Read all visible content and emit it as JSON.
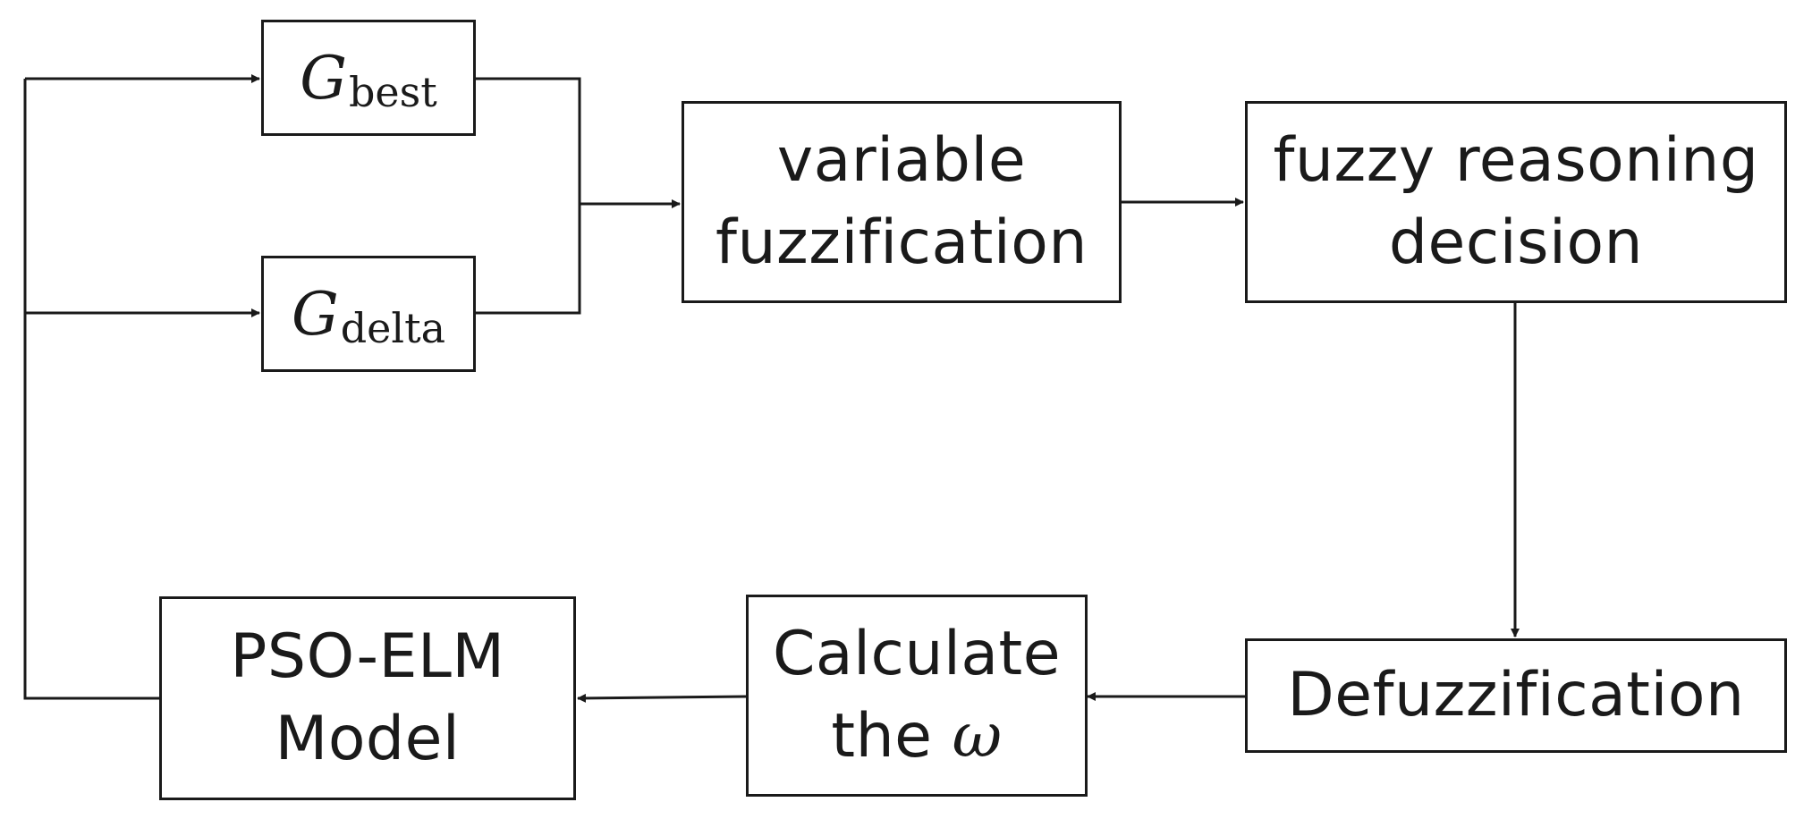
{
  "nodes": {
    "gbest": {
      "symbol": "G",
      "subscript": "best"
    },
    "gdelta": {
      "symbol": "G",
      "subscript": "delta"
    },
    "fuzzification": {
      "line1": "variable",
      "line2": "fuzzification"
    },
    "reasoning": {
      "line1": "fuzzy reasoning",
      "line2": "decision"
    },
    "defuzzification": {
      "label": "Defuzzification"
    },
    "calculate": {
      "line1": "Calculate",
      "line2_prefix": "the ",
      "line2_symbol": "ω"
    },
    "model": {
      "line1": "PSO-ELM",
      "line2": "Model"
    }
  },
  "edges": [
    {
      "from": "gbest",
      "to": "fuzzification"
    },
    {
      "from": "gdelta",
      "to": "fuzzification"
    },
    {
      "from": "fuzzification",
      "to": "reasoning"
    },
    {
      "from": "reasoning",
      "to": "defuzzification"
    },
    {
      "from": "defuzzification",
      "to": "calculate"
    },
    {
      "from": "calculate",
      "to": "model"
    },
    {
      "from": "model",
      "to": "gbest"
    },
    {
      "from": "model",
      "to": "gdelta"
    }
  ],
  "colors": {
    "stroke": "#1a1a1a",
    "background": "#ffffff"
  }
}
